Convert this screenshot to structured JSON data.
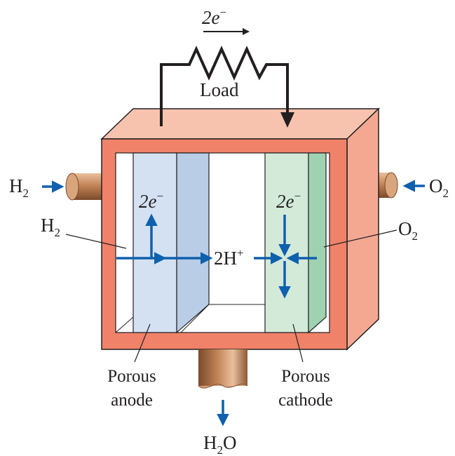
{
  "diagram": {
    "electron_flow": {
      "text": "2e",
      "sup": "−"
    },
    "load_label": "Load",
    "h2_inlet": {
      "base": "H",
      "sub": "2"
    },
    "o2_inlet": {
      "base": "O",
      "sub": "2"
    },
    "h2_pointer": {
      "base": "H",
      "sub": "2"
    },
    "o2_pointer": {
      "base": "O",
      "sub": "2"
    },
    "anode_electron": {
      "text": "2e",
      "sup": "−"
    },
    "cathode_electron": {
      "text": "2e",
      "sup": "−"
    },
    "proton": {
      "text": "2H",
      "sup": "+"
    },
    "anode_label": {
      "line1": "Porous",
      "line2": "anode"
    },
    "cathode_label": {
      "line1": "Porous",
      "line2": "cathode"
    },
    "water_outlet": {
      "base": "H",
      "sub": "2",
      "tail": "O"
    },
    "colors": {
      "case_front": "#f0826a",
      "case_top": "#f8c3ae",
      "case_side": "#f4a892",
      "anode": "#d4e1f2",
      "anode_dark": "#b9cde7",
      "cathode": "#d3ead9",
      "cathode_dark": "#9fd2b1",
      "arrow": "#0f60ad",
      "pipe": "#c98d5f"
    }
  }
}
